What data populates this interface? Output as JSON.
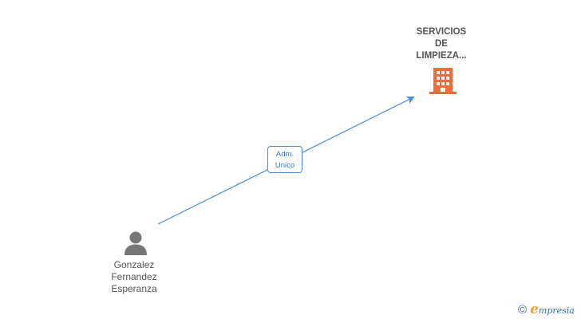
{
  "company": {
    "name": "SERVICIOS\nDE\nLIMPIEZA...",
    "icon": "building-icon",
    "color": "#f26b3a"
  },
  "person": {
    "name": "Gonzalez\nFernandez\nEsperanza",
    "icon": "person-icon",
    "color": "#777777"
  },
  "relation": {
    "role": "Adm.\nUnico",
    "color": "#4a8fd4"
  },
  "brand": {
    "copyright_symbol": "©",
    "logo_initial": "e",
    "logo_rest": "mpresia"
  }
}
